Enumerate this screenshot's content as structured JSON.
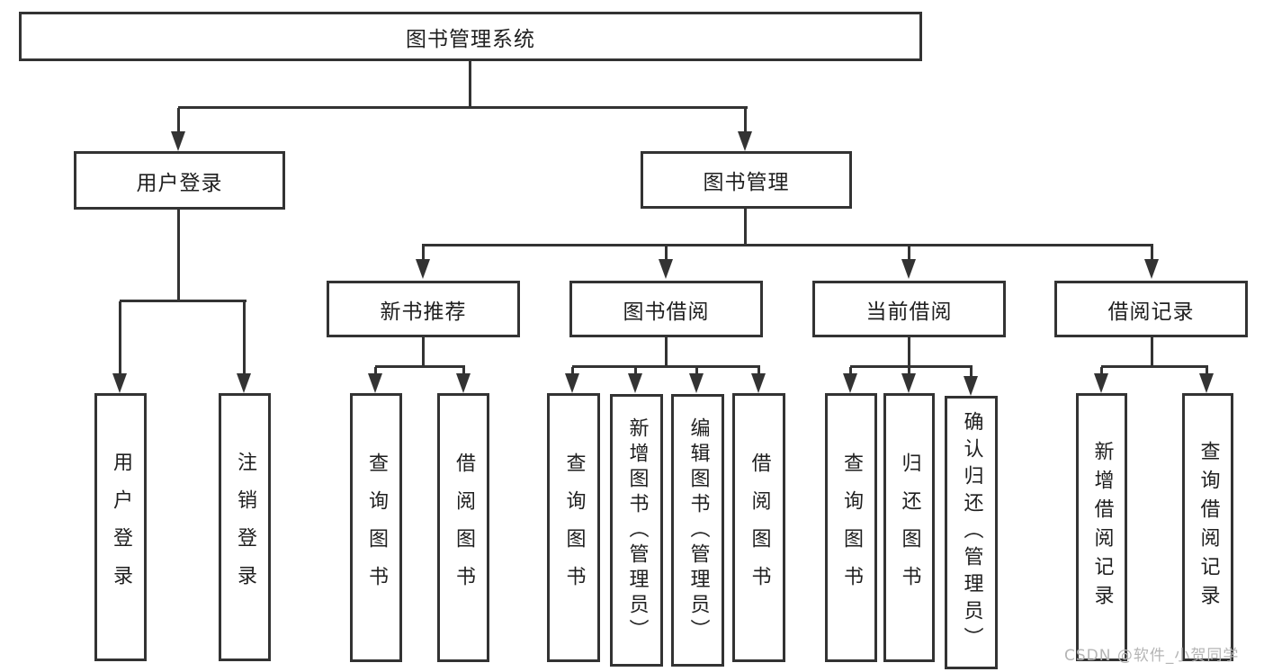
{
  "root": {
    "label": "图书管理系统"
  },
  "branches": {
    "user_login": {
      "label": "用户登录"
    },
    "book_mgmt": {
      "label": "图书管理"
    }
  },
  "modules": {
    "new_books": {
      "label": "新书推荐"
    },
    "borrowing": {
      "label": "图书借阅"
    },
    "current": {
      "label": "当前借阅"
    },
    "records": {
      "label": "借阅记录"
    }
  },
  "leaves": {
    "login": "用户登录",
    "logout": "注销登录",
    "nb_query": "查询图书",
    "nb_borrow": "借阅图书",
    "bw_query": "查询图书",
    "bw_add": "新增图书（管理员）",
    "bw_edit": "编辑图书（管理员）",
    "bw_borrow": "借阅图书",
    "cur_query": "查询图书",
    "cur_return": "归还图书",
    "cur_confirm": "确认归还（管理员）",
    "rec_add": "新增借阅记录",
    "rec_query": "查询借阅记录"
  },
  "watermark": "CSDN @软件_小贺同学",
  "colors": {
    "line": "#333333",
    "text": "#1f1f1f",
    "box_background": "#ffffff",
    "watermark": "#b5b5b5",
    "page_background": "#ffffff"
  }
}
